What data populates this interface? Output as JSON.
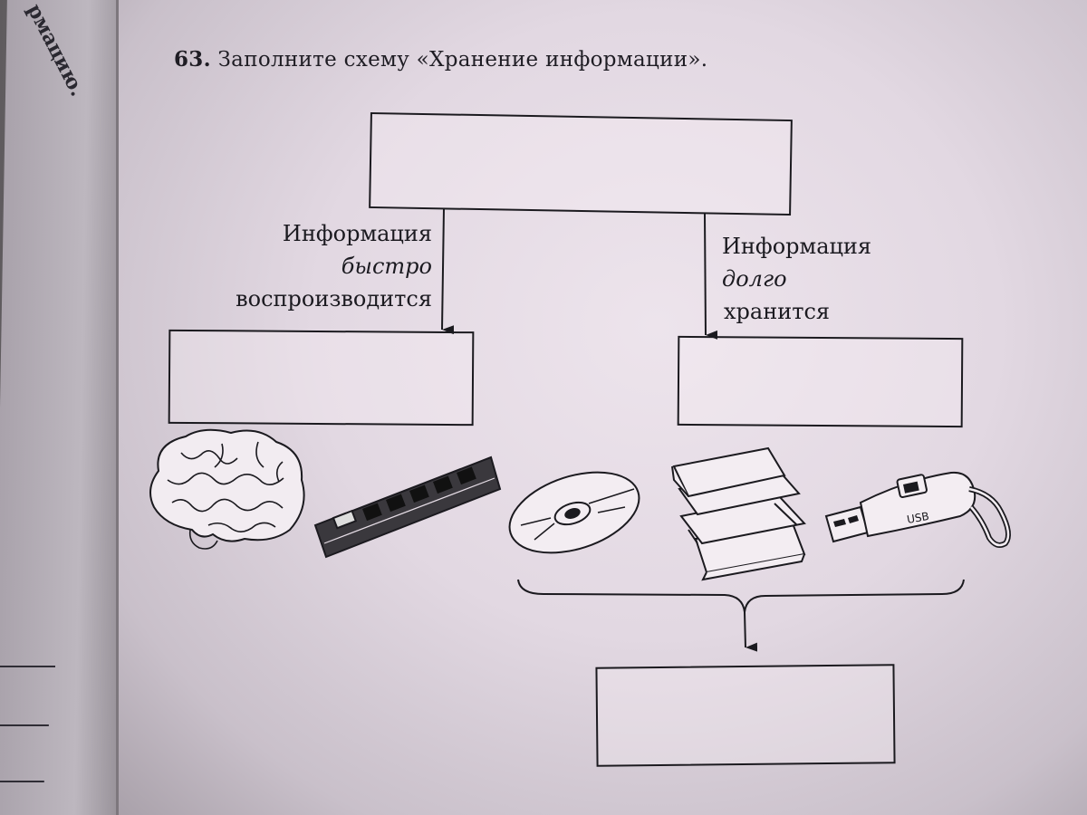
{
  "exercise": {
    "number": "63.",
    "instruction": "Заполните схему «Хранение информации»."
  },
  "diagram": {
    "top_box": "",
    "left_label": {
      "line1": "Информация",
      "line2": "быстро",
      "line3": "воспроизводится"
    },
    "right_label": {
      "line1": "Информация",
      "line2": "долго",
      "line3": "хранится"
    },
    "left_box": "",
    "right_box": "",
    "bottom_box": ""
  },
  "illustrations": {
    "icons": [
      "brain-icon",
      "ram-module-icon",
      "compact-disc-icon",
      "book-stack-icon",
      "usb-flash-drive-icon"
    ],
    "usb_text": "USB"
  },
  "left_page": {
    "fragment": "рмацию."
  },
  "colors": {
    "ink": "#1b1a1f",
    "paper": "#e6dde6"
  }
}
